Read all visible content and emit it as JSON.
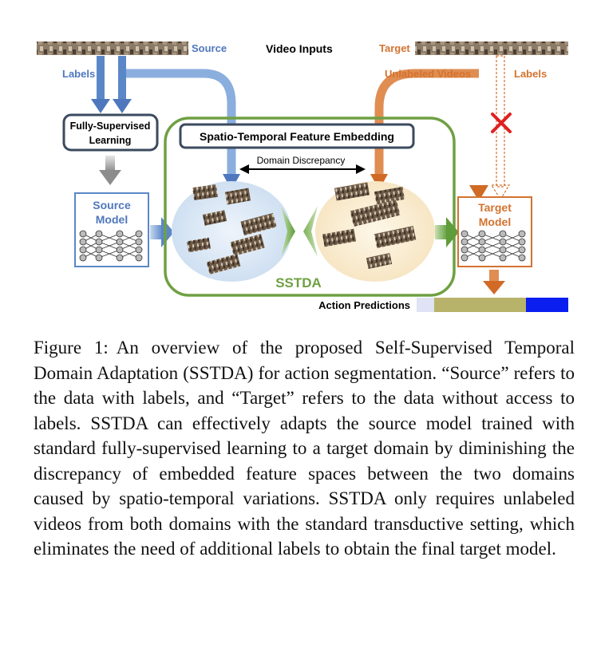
{
  "figure": {
    "source_label": "Source",
    "video_inputs_label": "Video Inputs",
    "target_label": "Target",
    "labels_left": "Labels",
    "unlabeled_left": "Unlabeled Videos",
    "unlabeled_right": "Unlabeled Videos",
    "labels_right": "Labels",
    "fully_supervised_line1": "Fully-Supervised",
    "fully_supervised_line2": "Learning",
    "embedding_box": "Spatio-Temporal Feature Embedding",
    "domain_discrepancy": "Domain Discrepancy",
    "source_model_line1": "Source",
    "source_model_line2": "Model",
    "target_model_line1": "Target",
    "target_model_line2": "Model",
    "sstda_label": "SSTDA",
    "action_predictions": "Action Predictions",
    "colors": {
      "source_blue": "#4f77be",
      "target_orange": "#d3732f",
      "sstda_green": "#6fa044",
      "box_navy": "#3b4a5f",
      "prediction_olive": "#b8b36a",
      "prediction_blue": "#0a1ef0",
      "prediction_light": "#dfe3f5"
    }
  },
  "caption": {
    "label": "Figure 1:",
    "text": "An overview of the proposed Self-Supervised Temporal Domain Adaptation (SSTDA) for action segmen­tation. “Source” refers to the data with labels, and “Tar­get” refers to the data without access to labels. SSTDA can effectively adapts the source model trained with standard fully-supervised learning to a target domain by diminish­ing the discrepancy of embedded feature spaces between the two domains caused by spatio-temporal variations. SSTDA only requires unlabeled videos from both domains with the standard transductive setting, which eliminates the need of additional labels to obtain the final target model."
  }
}
